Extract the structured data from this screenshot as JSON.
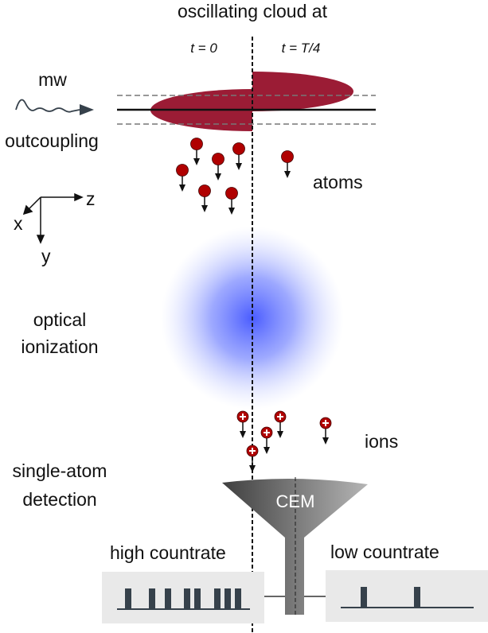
{
  "title": "oscillating cloud at",
  "time_labels": {
    "t0": "t = 0",
    "tq": "t = T/4"
  },
  "left_labels": {
    "mw": "mw",
    "outcoupling": "outcoupling",
    "optical": "optical",
    "ionization": "ionization",
    "single_atom": "single-atom",
    "detection": "detection"
  },
  "axes": {
    "z": "z",
    "x": "x",
    "y": "y"
  },
  "atoms_label": "atoms",
  "ions_label": "ions",
  "detector_label": "CEM",
  "high_countrate": "high countrate",
  "low_countrate": "low countrate",
  "colors": {
    "cloud": "#9b1c35",
    "atom": "#b00000",
    "pulse": "#36414b",
    "box": "#e9e9e9",
    "ionization": "#5060ff"
  }
}
